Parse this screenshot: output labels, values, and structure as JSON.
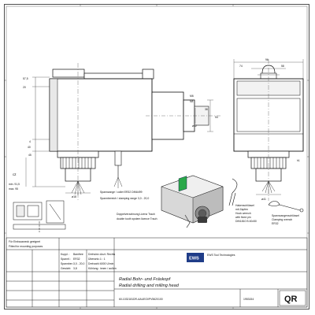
{
  "drawing": {
    "dims": {
      "left_top_1": "57,5",
      "left_top_2": "20",
      "left_mid_1": "4",
      "left_mid_2": "40",
      "left_low": "45",
      "min_max": "min. 91,5\nmax. 95",
      "c2": "c2",
      "right_m": "M6",
      "right_n": "N8",
      "right_38": "38",
      "right_54": "54",
      "d42": "ø42",
      "d18": "ø18",
      "right_h": "h1",
      "top_96": "96",
      "top_74": "74",
      "top_58": "58",
      "d41": "ø41"
    },
    "notes": {
      "collet": "Spannzange / collet    ER32    DIN6499",
      "clamping": "Spannbereich / clamping range 3,0 - 20,0",
      "hook_wrench_de": "Hakenschlüssel",
      "hook_wrench_1": "mit Zapfen",
      "hook_wrench_2": "Hook wrench",
      "hook_wrench_3": "with fixed pin",
      "hook_wrench_4": "DIN1810 B  40x50",
      "clamp_wrench_de": "Spannzangenschlüssel",
      "clamp_wrench_en": "Clamping wrench",
      "clamp_wrench_no": "ER32",
      "license_de": "Doppelverzahnung Lizenz Trauh",
      "license_en": "double tooth system licence Trauh"
    }
  },
  "title_block": {
    "left_note_1": "Für Einbauzweck geeignet",
    "left_note_2": "Fitted for mounting purposes",
    "rows": [
      [
        "Kuppl. :",
        "Bamfree",
        "Drehsinn:",
        "Anzt. Rechts"
      ],
      [
        "Spannf.:",
        "ER32",
        "Übersetz.:",
        "1 : 1"
      ],
      [
        "Spannber.:",
        "3,0 - 20,0",
        "Drehzahl:",
        "6000 U/min"
      ],
      [
        "Gewicht:",
        "3,8",
        "Kühlung:",
        "innen / außen"
      ]
    ],
    "title_de": "Radial Bohr- und Fräskopf",
    "title_en": "Radial drilling and milling head",
    "company_logo": "EWS",
    "company_name": "EWS Tool Technologies",
    "article_no": "60-1032181DR-AAUEGI/PV5620100",
    "sheet_no": "1953154",
    "qr_label": "QR"
  }
}
